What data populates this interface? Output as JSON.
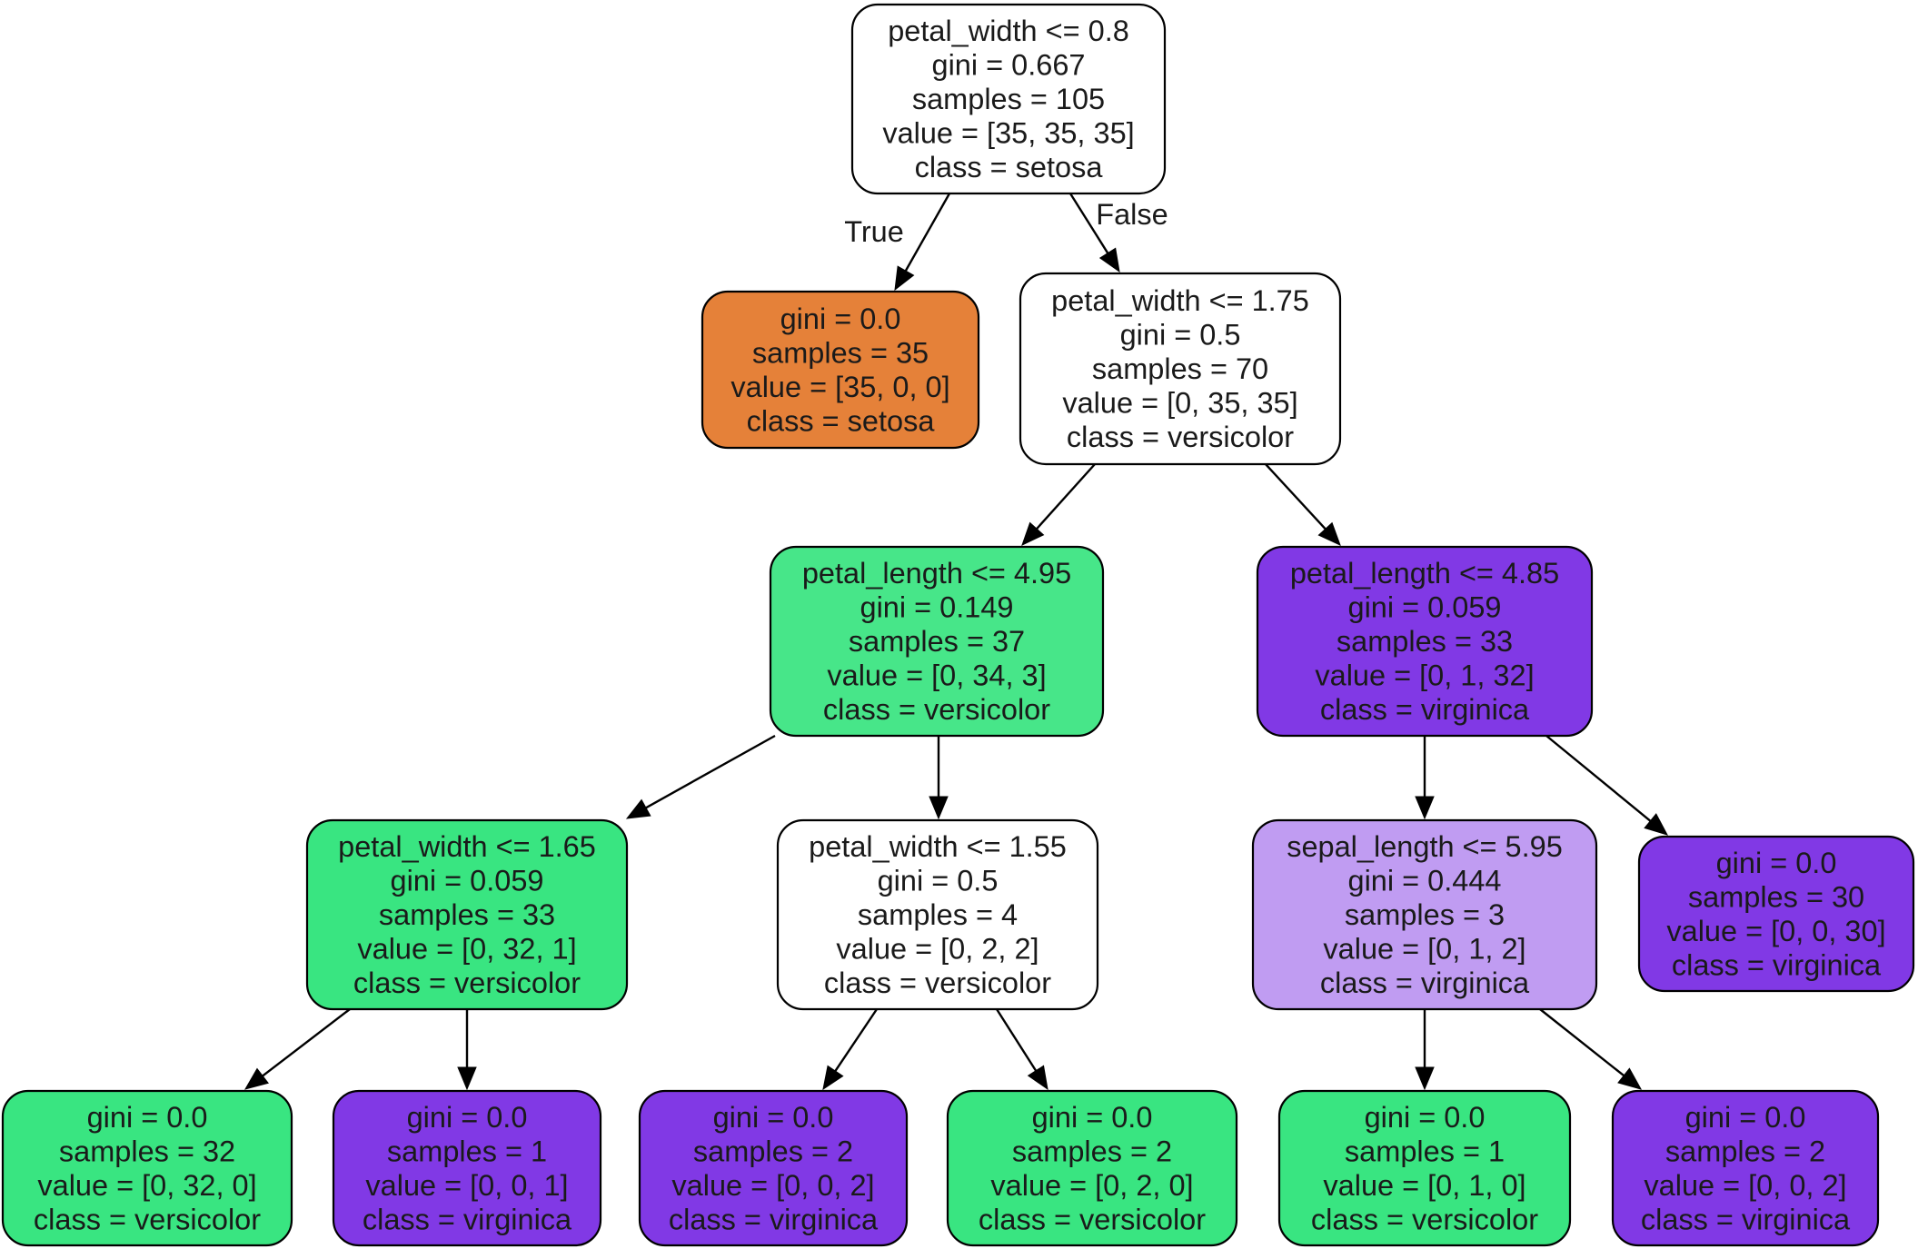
{
  "fills": {
    "white": "#ffffff",
    "setosa": "#e58139",
    "versicolor": "#39e581",
    "versicolor_strong": "#47e689",
    "virginica": "#8139e5",
    "virginica_light": "#c09cf2"
  },
  "nodes": [
    {
      "id": "n0",
      "fill": "white",
      "lines": [
        "petal_width <= 0.8",
        "gini = 0.667",
        "samples = 105",
        "value = [35, 35, 35]",
        "class = setosa"
      ]
    },
    {
      "id": "n1",
      "fill": "setosa",
      "lines": [
        "gini = 0.0",
        "samples = 35",
        "value = [35, 0, 0]",
        "class = setosa"
      ]
    },
    {
      "id": "n2",
      "fill": "white",
      "lines": [
        "petal_width <= 1.75",
        "gini = 0.5",
        "samples = 70",
        "value = [0, 35, 35]",
        "class = versicolor"
      ]
    },
    {
      "id": "n3",
      "fill": "versicolor_strong",
      "lines": [
        "petal_length <= 4.95",
        "gini = 0.149",
        "samples = 37",
        "value = [0, 34, 3]",
        "class = versicolor"
      ]
    },
    {
      "id": "n4",
      "fill": "virginica",
      "lines": [
        "petal_length <= 4.85",
        "gini = 0.059",
        "samples = 33",
        "value = [0, 1, 32]",
        "class = virginica"
      ]
    },
    {
      "id": "n5",
      "fill": "versicolor",
      "lines": [
        "petal_width <= 1.65",
        "gini = 0.059",
        "samples = 33",
        "value = [0, 32, 1]",
        "class = versicolor"
      ]
    },
    {
      "id": "n6",
      "fill": "white",
      "lines": [
        "petal_width <= 1.55",
        "gini = 0.5",
        "samples = 4",
        "value = [0, 2, 2]",
        "class = versicolor"
      ]
    },
    {
      "id": "n7",
      "fill": "virginica_light",
      "lines": [
        "sepal_length <= 5.95",
        "gini = 0.444",
        "samples = 3",
        "value = [0, 1, 2]",
        "class = virginica"
      ]
    },
    {
      "id": "n8",
      "fill": "virginica",
      "lines": [
        "gini = 0.0",
        "samples = 30",
        "value = [0, 0, 30]",
        "class = virginica"
      ]
    },
    {
      "id": "n9",
      "fill": "versicolor",
      "lines": [
        "gini = 0.0",
        "samples = 32",
        "value = [0, 32, 0]",
        "class = versicolor"
      ]
    },
    {
      "id": "n10",
      "fill": "virginica",
      "lines": [
        "gini = 0.0",
        "samples = 1",
        "value = [0, 0, 1]",
        "class = virginica"
      ]
    },
    {
      "id": "n11",
      "fill": "virginica",
      "lines": [
        "gini = 0.0",
        "samples = 2",
        "value = [0, 0, 2]",
        "class = virginica"
      ]
    },
    {
      "id": "n12",
      "fill": "versicolor",
      "lines": [
        "gini = 0.0",
        "samples = 2",
        "value = [0, 2, 0]",
        "class = versicolor"
      ]
    },
    {
      "id": "n13",
      "fill": "versicolor",
      "lines": [
        "gini = 0.0",
        "samples = 1",
        "value = [0, 1, 0]",
        "class = versicolor"
      ]
    },
    {
      "id": "n14",
      "fill": "virginica",
      "lines": [
        "gini = 0.0",
        "samples = 2",
        "value = [0, 0, 2]",
        "class = virginica"
      ]
    }
  ],
  "edges": [
    {
      "from": "n0",
      "to": "n1",
      "label": "True"
    },
    {
      "from": "n0",
      "to": "n2",
      "label": "False"
    },
    {
      "from": "n2",
      "to": "n3",
      "label": ""
    },
    {
      "from": "n2",
      "to": "n4",
      "label": ""
    },
    {
      "from": "n3",
      "to": "n5",
      "label": ""
    },
    {
      "from": "n3",
      "to": "n6",
      "label": ""
    },
    {
      "from": "n4",
      "to": "n7",
      "label": ""
    },
    {
      "from": "n4",
      "to": "n8",
      "label": ""
    },
    {
      "from": "n5",
      "to": "n9",
      "label": ""
    },
    {
      "from": "n5",
      "to": "n10",
      "label": ""
    },
    {
      "from": "n6",
      "to": "n11",
      "label": ""
    },
    {
      "from": "n6",
      "to": "n12",
      "label": ""
    },
    {
      "from": "n7",
      "to": "n13",
      "label": ""
    },
    {
      "from": "n7",
      "to": "n14",
      "label": ""
    }
  ]
}
